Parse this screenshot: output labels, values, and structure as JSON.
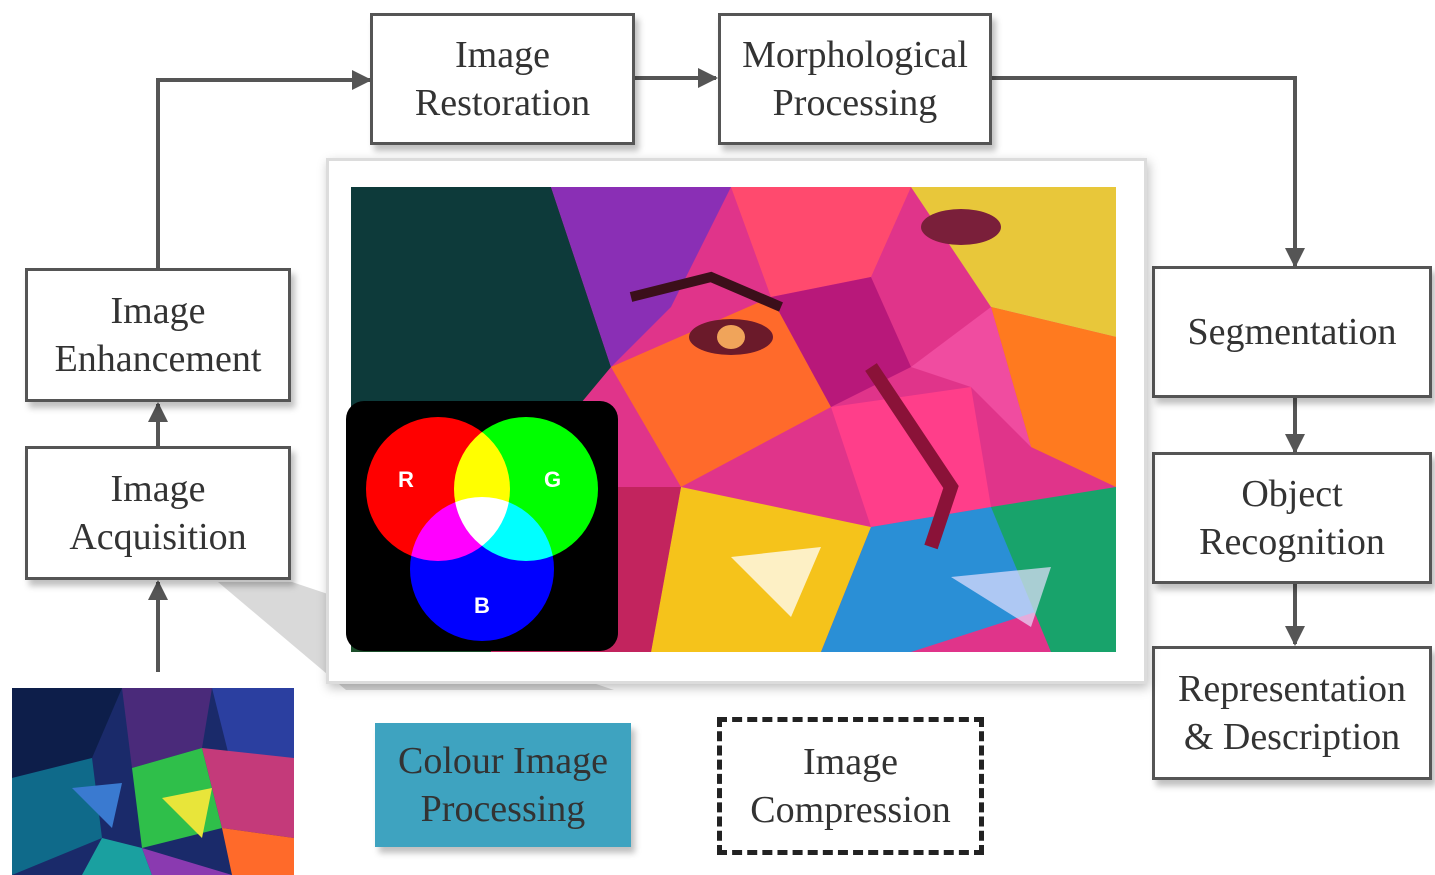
{
  "boxes": {
    "image_restoration": {
      "lines": [
        "Image",
        "Restoration"
      ]
    },
    "morphological_processing": {
      "lines": [
        "Morphological",
        "Processing"
      ]
    },
    "image_enhancement": {
      "lines": [
        "Image",
        "Enhancement"
      ]
    },
    "image_acquisition": {
      "lines": [
        "Image",
        "Acquisition"
      ]
    },
    "segmentation": {
      "lines": [
        "Segmentation"
      ]
    },
    "object_recognition": {
      "lines": [
        "Object",
        "Recognition"
      ]
    },
    "representation_description": {
      "lines": [
        "Representation",
        "& Description"
      ]
    },
    "colour_image_processing": {
      "lines": [
        "Colour Image",
        "Processing"
      ]
    },
    "image_compression": {
      "lines": [
        "Image",
        "Compression"
      ]
    }
  },
  "rgb_diagram": {
    "r": "R",
    "g": "G",
    "b": "B"
  },
  "colors": {
    "box_border": "#555555",
    "arrow": "#555555",
    "teal_box": "#3ea3c0",
    "red": "#ff0000",
    "green": "#00ff00",
    "blue": "#0000ff"
  }
}
